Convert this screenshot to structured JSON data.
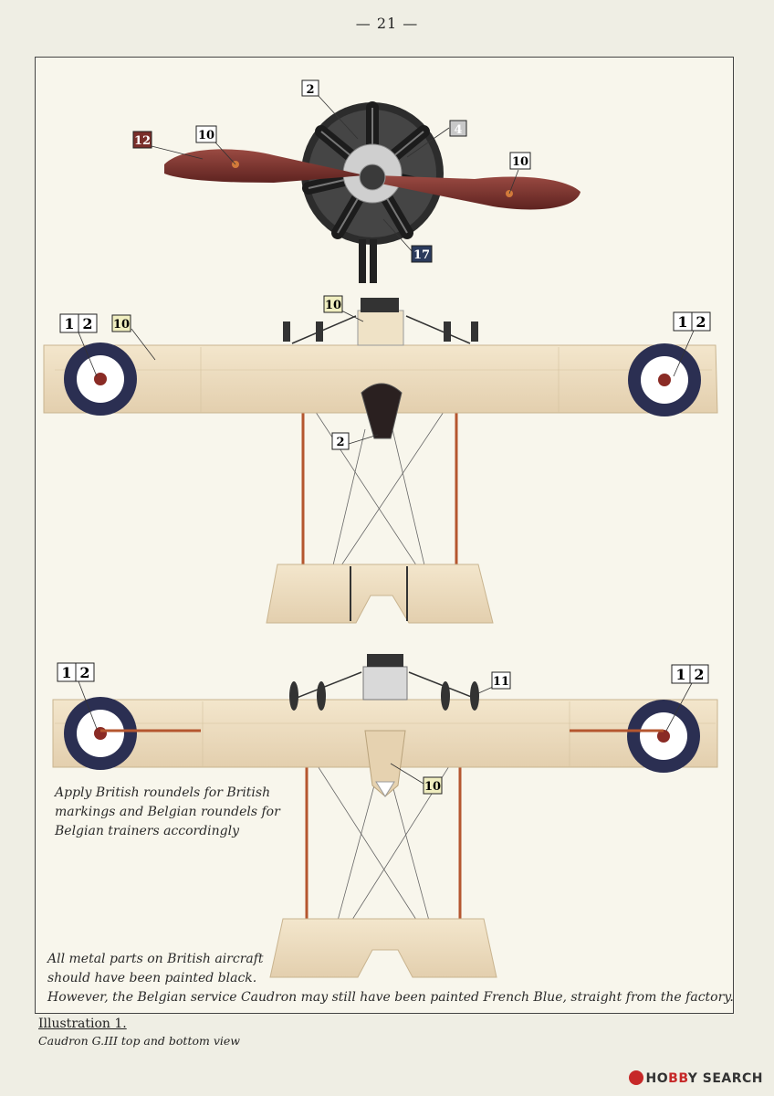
{
  "page_number": "— 21 —",
  "callouts": {
    "prop_2": "2",
    "prop_4": "4",
    "prop_12": "12",
    "prop_10_left": "10",
    "prop_10_right": "10",
    "prop_17": "17",
    "top_10_engine": "10",
    "top_1_left": "1",
    "top_2_left": "2",
    "top_10_wing": "10",
    "top_1_right": "1",
    "top_2_right": "2",
    "top_2_nacelle": "2",
    "bot_1_left": "1",
    "bot_2_left": "2",
    "bot_11": "11",
    "bot_1_right": "1",
    "bot_2_right": "2",
    "bot_10_nacelle": "10"
  },
  "notes": {
    "roundel_note": [
      "Apply British roundels for British",
      "markings and Belgian roundels for",
      "Belgian trainers accordingly"
    ],
    "metal_note": [
      "All metal parts on British aircraft",
      "should have been painted black.",
      "However, the Belgian service Caudron may still have been painted French Blue, straight from the factory."
    ]
  },
  "caption": {
    "title": "Illustration 1.",
    "subtitle": "Caudron G.III top and bottom view"
  },
  "watermark": {
    "brand_a": "HO",
    "brand_accent": "BB",
    "brand_b": "Y SEARCH"
  },
  "colors": {
    "wing": "#ecdcc0",
    "roundel_blue": "#2b2f52",
    "roundel_red": "#8a2b25",
    "propeller": "#7a2e2a",
    "strut": "#b5562f"
  }
}
